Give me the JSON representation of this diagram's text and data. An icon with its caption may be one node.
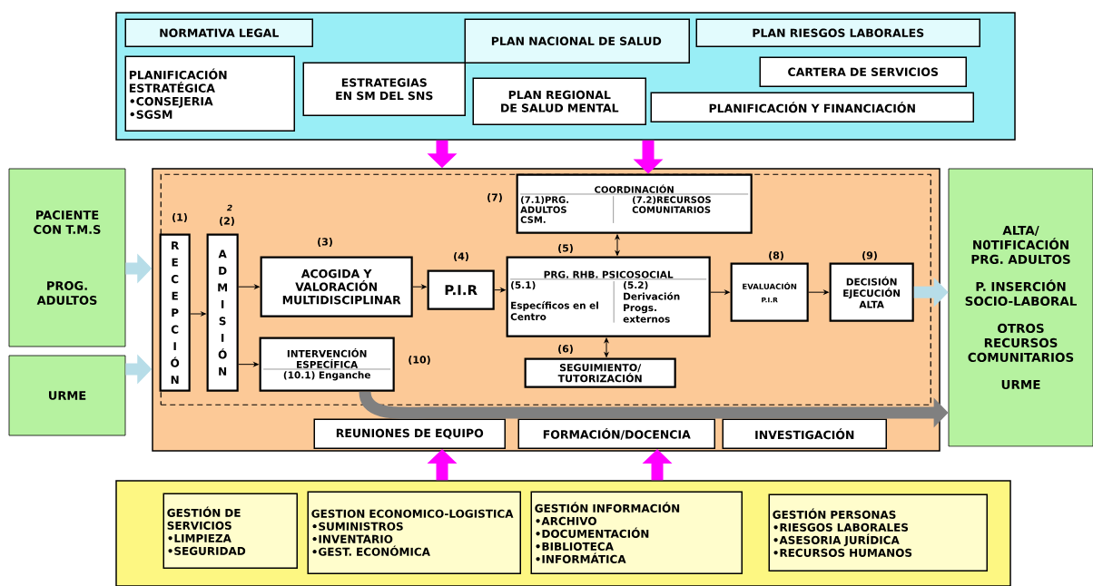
{
  "diagram": {
    "nodes": [
      {
        "text": [],
        "shape": "box"
      },
      {
        "text": [
          "NORMATIVA LEGAL"
        ],
        "in": 0
      },
      {
        "text": [
          "PLAN NACIONAL DE SALUD"
        ],
        "in": 0
      },
      {
        "text": [
          "PLAN RIESGOS LABORALES"
        ],
        "in": 0
      },
      {
        "text": [
          "PLANIFICACIÓN ESTRATÉGICA",
          "•CONSEJERIA",
          "•SGSM"
        ],
        "in": 0
      },
      {
        "text": [
          "ESTRATEGIAS EN SM DEL SNS"
        ],
        "in": 0
      },
      {
        "text": [
          "CARTERA DE SERVICIOS"
        ],
        "in": 0
      },
      {
        "text": [
          "PLAN REGIONAL DE SALUD MENTAL"
        ],
        "in": 0
      },
      {
        "text": [
          "PLANIFICACIÓN Y FINANCIACIÓN"
        ],
        "in": 0
      },
      {
        "text": [
          "PACIENTE CON T.M.S",
          "PROG. ADULTOS"
        ]
      },
      {
        "text": [
          "URME"
        ]
      },
      {
        "text": [],
        "shape": "box"
      },
      {
        "text": [],
        "shape": "box",
        "in": 11
      },
      {
        "text": [
          "RECEPCIÓN"
        ],
        "beside": [
          "(1)"
        ],
        "in": 12
      },
      {
        "text": [
          "ADMISIÓN"
        ],
        "beside": [
          "2",
          "(2)"
        ],
        "in": 12
      },
      {
        "text": [
          "ACOGIDA Y VALORACIÓN MULTIDISCIPLINAR"
        ],
        "beside": [
          "(3)"
        ],
        "in": 12
      },
      {
        "text": [
          "P.I.R"
        ],
        "beside": [
          "(4)"
        ],
        "in": 12
      },
      {
        "text": [
          "COORDINACIÓN",
          "(7.1)PRG. ADULTOS CSM.",
          "(7.2)RECURSOS COMUNITARIOS"
        ],
        "beside": [
          "(7)"
        ],
        "in": 12
      },
      {
        "text": [
          "PRG. RHB. PSICOSOCIAL",
          "(5.1)",
          "Específicos en el Centro",
          "(5.2)",
          "Derivación Progs. externos"
        ],
        "beside": [
          "(5)"
        ],
        "in": 12
      },
      {
        "text": [
          "SEGUIMIENTO/ TUTORIZACIÓN"
        ],
        "beside": [
          "(6)"
        ],
        "in": 12
      },
      {
        "text": [
          "EVALUACIÓN",
          "P.I.R"
        ],
        "beside": [
          "(8)"
        ],
        "in": 12
      },
      {
        "text": [
          "DECISIÓN EJECUCIÓN ALTA"
        ],
        "beside": [
          "(9)"
        ],
        "in": 12
      },
      {
        "text": [
          "INTERVENCIÓN ESPECÍFICA",
          "(10.1) Enganche"
        ],
        "beside": [
          "(10)"
        ],
        "in": 12
      },
      {
        "text": [
          "REUNIONES DE EQUIPO"
        ],
        "in": 11
      },
      {
        "text": [
          "FORMACIÓN/DOCENCIA"
        ],
        "in": 11
      },
      {
        "text": [
          "INVESTIGACIÓN"
        ],
        "in": 11
      },
      {
        "text": [
          "ALTA/ N0TIFICACIÓN PRG. ADULTOS",
          "P. INSERCIÓN SOCIO-LABORAL",
          "OTROS RECURSOS COMUNITARIOS",
          "URME"
        ]
      },
      {
        "text": [],
        "shape": "box"
      },
      {
        "text": [
          "GESTIÓN DE SERVICIOS",
          "•LIMPIEZA",
          "•SEGURIDAD"
        ],
        "in": 27
      },
      {
        "text": [
          "GESTION ECONOMICO-LOGISTICA",
          "•SUMINISTROS",
          "•INVENTARIO",
          "•GEST. ECONÓMICA"
        ],
        "in": 27
      },
      {
        "text": [
          "GESTIÓN INFORMACIÓN",
          "•ARCHIVO",
          "•DOCUMENTACIÓN",
          "•BIBLIOTECA",
          "•INFORMÁTICA"
        ],
        "in": 27
      },
      {
        "text": [
          "GESTIÓN PERSONAS",
          "•RIESGOS LABORALES",
          "•ASESORIA JURÍDICA",
          "•RECURSOS HUMANOS"
        ],
        "in": 27
      }
    ],
    "edges": [
      {
        "from": 0,
        "to": 11,
        "arrow": "to",
        "style": "thick",
        "color": "#ff00ff"
      },
      {
        "from": 0,
        "to": 17,
        "arrow": "to",
        "style": "thick",
        "color": "#ff00ff"
      },
      {
        "from": 9,
        "to": 11,
        "arrow": "to",
        "style": "thick",
        "color": "#b7dde8"
      },
      {
        "from": 10,
        "to": 11,
        "arrow": "to",
        "style": "thick",
        "color": "#b7dde8"
      },
      {
        "from": 13,
        "to": 14,
        "arrow": "to"
      },
      {
        "from": 14,
        "to": 15,
        "arrow": "to"
      },
      {
        "from": 14,
        "to": 22,
        "arrow": "to"
      },
      {
        "from": 15,
        "to": 16,
        "arrow": "to"
      },
      {
        "from": 16,
        "to": 18,
        "arrow": "to"
      },
      {
        "from": 17,
        "to": 18,
        "arrow": "both"
      },
      {
        "from": 18,
        "to": 19,
        "arrow": "both"
      },
      {
        "from": 18,
        "to": 20,
        "arrow": "to"
      },
      {
        "from": 20,
        "to": 21,
        "arrow": "to"
      },
      {
        "from": 21,
        "to": 26,
        "arrow": "to",
        "style": "thick",
        "color": "#b7dde8"
      },
      {
        "from": 22,
        "to": 26,
        "arrow": "to",
        "style": "thick",
        "color": "#808080"
      },
      {
        "from": 27,
        "to": 23,
        "arrow": "to",
        "style": "thick",
        "color": "#ff00ff"
      },
      {
        "from": 27,
        "to": 24,
        "arrow": "to",
        "style": "thick",
        "color": "#ff00ff"
      }
    ]
  }
}
